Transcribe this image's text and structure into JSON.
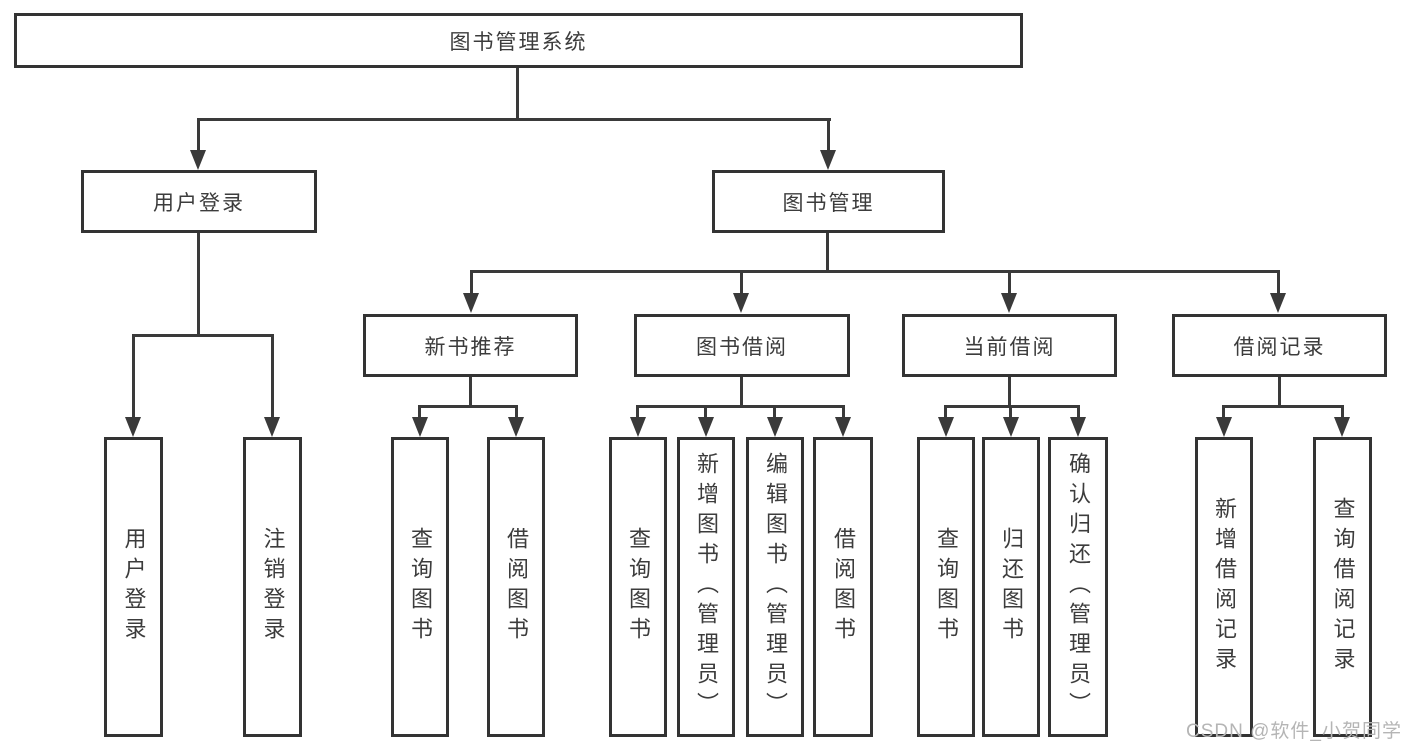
{
  "diagram_title": "图书管理系统",
  "tree": {
    "root": {
      "label": "图书管理系统"
    },
    "level2": [
      {
        "label": "用户登录"
      },
      {
        "label": "图书管理"
      }
    ],
    "level3": [
      {
        "label": "新书推荐",
        "parent": "图书管理"
      },
      {
        "label": "图书借阅",
        "parent": "图书管理"
      },
      {
        "label": "当前借阅",
        "parent": "图书管理"
      },
      {
        "label": "借阅记录",
        "parent": "图书管理"
      }
    ],
    "leaves": [
      {
        "label": "用户登录",
        "parent": "用户登录"
      },
      {
        "label": "注销登录",
        "parent": "用户登录"
      },
      {
        "label": "查询图书",
        "parent": "新书推荐"
      },
      {
        "label": "借阅图书",
        "parent": "新书推荐"
      },
      {
        "label": "查询图书",
        "parent": "图书借阅"
      },
      {
        "label": "新增图书（管理员）",
        "parent": "图书借阅"
      },
      {
        "label": "编辑图书（管理员）",
        "parent": "图书借阅"
      },
      {
        "label": "借阅图书",
        "parent": "图书借阅"
      },
      {
        "label": "查询图书",
        "parent": "当前借阅"
      },
      {
        "label": "归还图书",
        "parent": "当前借阅"
      },
      {
        "label": "确认归还（管理员）",
        "parent": "当前借阅"
      },
      {
        "label": "新增借阅记录",
        "parent": "借阅记录"
      },
      {
        "label": "查询借阅记录",
        "parent": "借阅记录"
      }
    ]
  },
  "watermark": {
    "text": "CSDN @软件_小贺同学"
  },
  "colors": {
    "line": "#3a3a3a",
    "box_border": "#333333",
    "text": "#3c3c3c",
    "watermark": "#b5b5b5",
    "background": "#ffffff"
  }
}
